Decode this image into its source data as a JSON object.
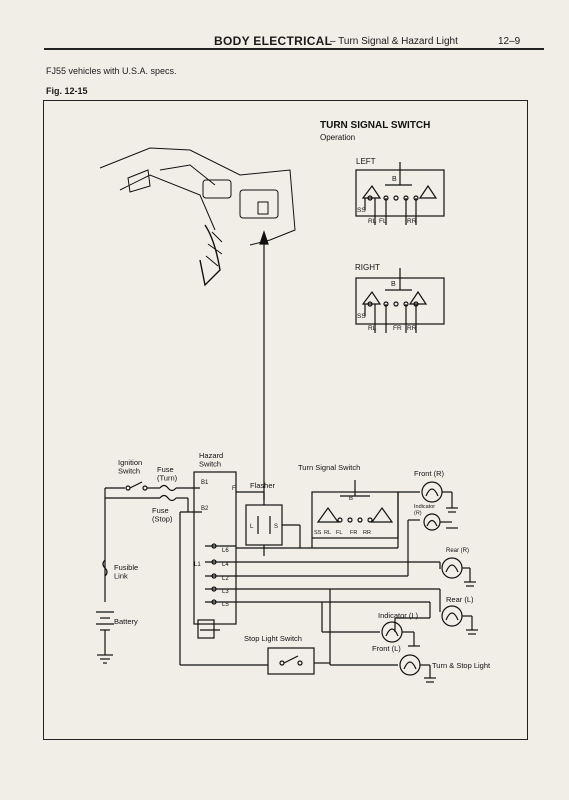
{
  "header": {
    "section": "BODY ELECTRICAL",
    "topic": "– Turn Signal & Hazard Light",
    "page": "12–9"
  },
  "spec_note": "FJ55 vehicles with U.S.A. specs.",
  "figure_label": "Fig. 12-15",
  "turn_signal_panel": {
    "title": "TURN SIGNAL SWITCH",
    "subtitle": "Operation",
    "left_label": "LEFT",
    "right_label": "RIGHT",
    "b": "B",
    "ss": "SS",
    "rl": "RL",
    "fl": "FL",
    "rr": "RR",
    "fr": "FR"
  },
  "components": {
    "ignition_switch": "Ignition\nSwitch",
    "fuse_turn": "Fuse\n(Turn)",
    "fuse_stop": "Fuse\n(Stop)",
    "hazard_switch": "Hazard\nSwitch",
    "flasher": "Flasher",
    "turn_signal_switch": "Turn Signal Switch",
    "fusible_link": "Fusible\nLink",
    "battery": "Battery",
    "stop_light_switch": "Stop Light Switch",
    "b1": "B1",
    "b2": "B2",
    "f": "F",
    "l": "L",
    "s": "S",
    "l1": "L1",
    "l2": "L2",
    "l3": "L3",
    "l4": "L4",
    "l5": "L5",
    "l6": "L6"
  },
  "lamps": {
    "front_r": "Front (R)",
    "indicator_r": "Indicator\n(R)",
    "rear_r_small": "Rear (R)",
    "rear_r": "Rear (L)",
    "indicator_l": "Indicator (L)",
    "front_l": "Front (L)",
    "turn_stop": "Turn & Stop Light"
  }
}
